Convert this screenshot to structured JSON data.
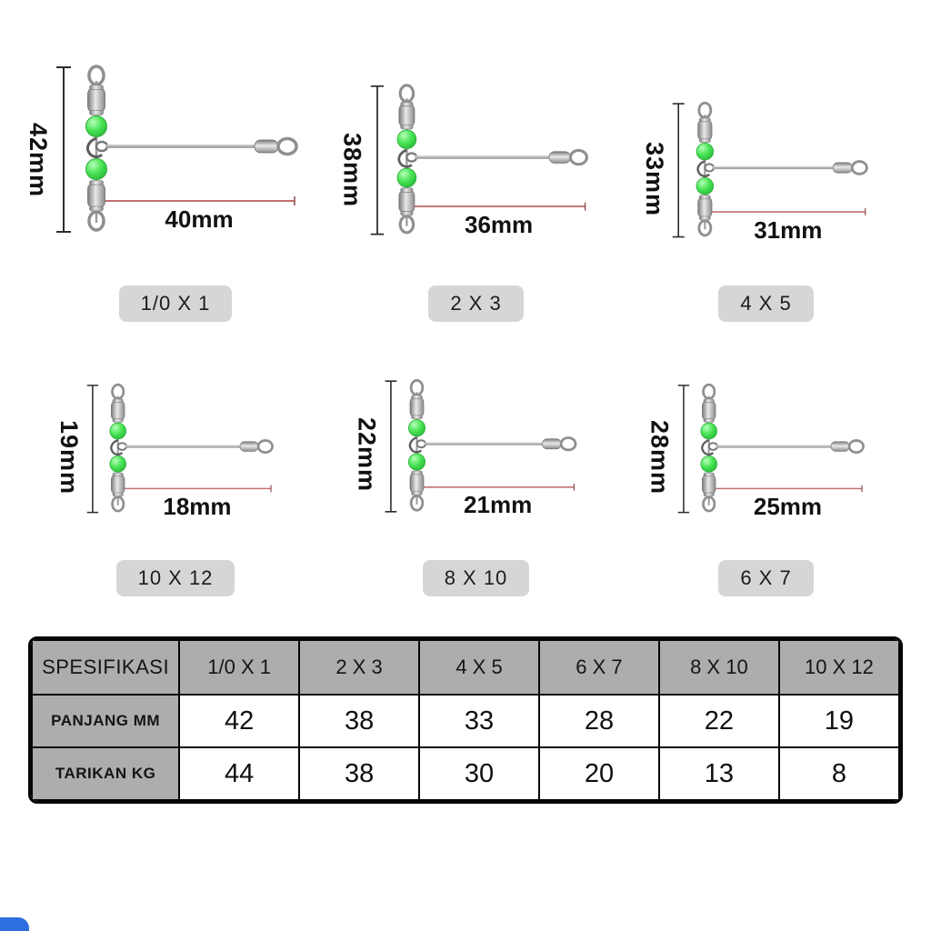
{
  "products": [
    {
      "size": "1/0 X 1",
      "length_label": "42mm",
      "width_label": "40mm"
    },
    {
      "size": "2 X 3",
      "length_label": "38mm",
      "width_label": "36mm"
    },
    {
      "size": "4 X 5",
      "length_label": "33mm",
      "width_label": "31mm"
    },
    {
      "size": "10 X 12",
      "length_label": "19mm",
      "width_label": "18mm"
    },
    {
      "size": "8 X 10",
      "length_label": "22mm",
      "width_label": "21mm"
    },
    {
      "size": "6 X 7",
      "length_label": "28mm",
      "width_label": "25mm"
    }
  ],
  "table": {
    "header_label": "SPESIFIKASI",
    "columns": [
      "1/0 X 1",
      "2 X 3",
      "4 X 5",
      "6 X 7",
      "8 X 10",
      "10 X 12"
    ],
    "rows": [
      {
        "label": "PANJANG MM",
        "values": [
          "42",
          "38",
          "33",
          "28",
          "22",
          "19"
        ]
      },
      {
        "label": "TARIKAN KG",
        "values": [
          "44",
          "38",
          "30",
          "20",
          "13",
          "8"
        ]
      }
    ]
  },
  "icons": {
    "swivel-illustration": "three-way-barrel-swivel-with-luminous-green-beads-and-snap"
  },
  "colors": {
    "bead_green": "#47e253",
    "badge_bg": "#d6d6d6",
    "table_gray": "#adadad",
    "dimension_line_red": "#c2706f",
    "metal_gray": "#8f8f8f",
    "watermark_blue": "#2e6fe0"
  }
}
